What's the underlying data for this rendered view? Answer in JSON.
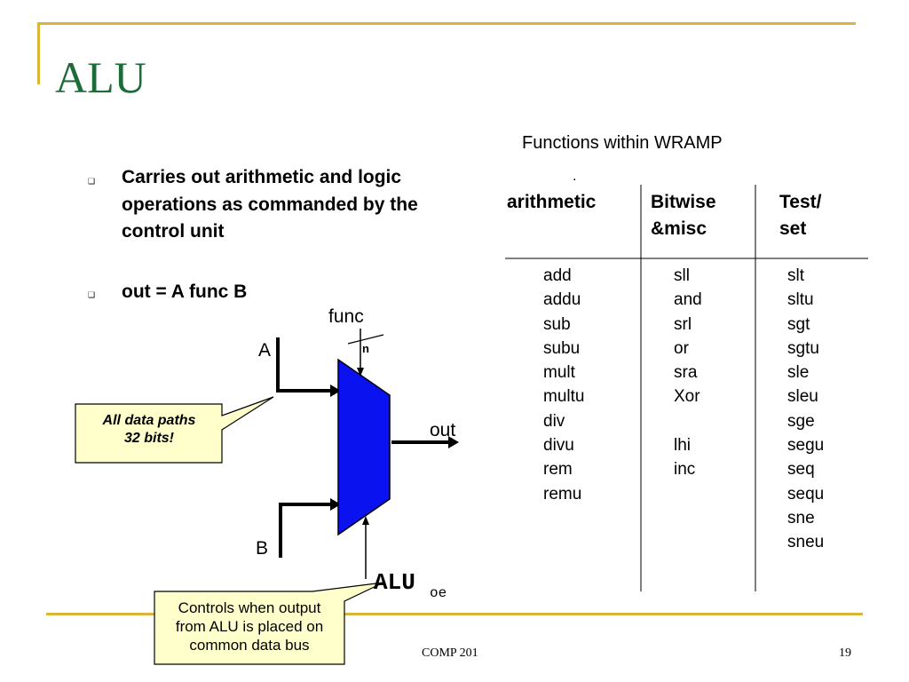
{
  "slide": {
    "title": "ALU",
    "bullets": [
      "Carries out arithmetic and logic operations as commanded by the control unit",
      "out = A func B"
    ]
  },
  "diagram": {
    "label_func": "func",
    "label_n": "n",
    "label_a": "A",
    "label_b": "B",
    "label_out": "out",
    "label_alu": "ALU",
    "label_oe": "oe",
    "callout_paths": [
      "All data paths",
      "32 bits!"
    ],
    "callout_controls": [
      "Controls when output",
      "from ALU is placed on",
      "common data bus"
    ],
    "alu_color": "#0a12f0"
  },
  "functions": {
    "title": "Functions within WRAMP",
    "dot": ".",
    "headers": {
      "arithmetic": "arithmetic",
      "bitwise": "Bitwise\n&misc",
      "test": "Test/\nset"
    },
    "arithmetic": "add\naddu\nsub\nsubu\nmult\nmultu\ndiv\ndivu\nrem\nremu",
    "bitwise": "sll\nand\nsrl\nor\nsra\nXor\n\nlhi\ninc",
    "test": "slt\nsltu\nsgt\nsgtu\nsle\nsleu\nsge\nsegu\nseq\nsequ\nsne\nsneu"
  },
  "footer": {
    "course": "COMP 201",
    "page": "19"
  },
  "colors": {
    "title": "#1e6b3a",
    "rule": "#d9b53a",
    "callout_fill": "#ffffcc"
  }
}
